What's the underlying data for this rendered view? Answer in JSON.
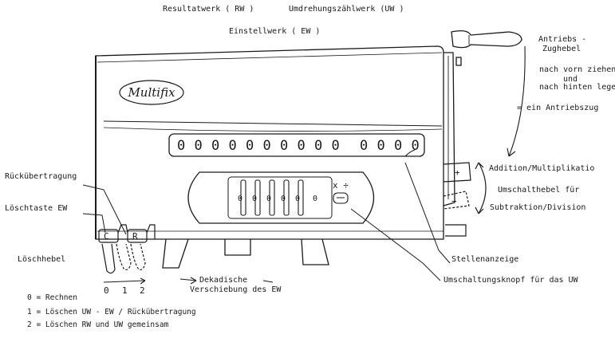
{
  "labels": {
    "resultatwerk": "Resultatwerk  ( RW )",
    "umdrehungszaehlwerk": "Umdrehungszählwerk  (UW )",
    "einstellwerk": "Einstellwerk  ( EW )",
    "antriebs_title_1": "Antriebs -",
    "antriebs_title_2": "Zughebel",
    "antriebs_desc_1": "nach vorn ziehen",
    "antriebs_desc_2": "und",
    "antriebs_desc_3": "nach hinten legen",
    "antriebs_desc_4": "= ein Antriebszug",
    "addition": "Addition/Multiplikatio",
    "umschalthebel": "Umschalthebel  für",
    "subtraktion": "Subtraktion/Division",
    "rueckuebertragung": "Rückübertragung",
    "loeschtaste": "Löschtaste EW",
    "loeschhebel": "Löschhebel",
    "stellenanzeige": "Stellenanzeige",
    "umschaltungsknopf": "Umschaltungsknopf für das UW",
    "dekadische_1": "Dekadische",
    "dekadische_2": "Verschiebung des EW"
  },
  "machine": {
    "brand": "Multifix",
    "result_digits": [
      "0",
      "0",
      "0",
      "0",
      "0",
      "0",
      "0",
      "0",
      "0",
      "0",
      "0",
      "0",
      "0",
      "0"
    ],
    "setting_digits": [
      "0",
      "0",
      "0",
      "0",
      "0",
      "0"
    ],
    "key_c": "C",
    "key_r": "R",
    "op_symbols": "x ÷",
    "lever_plus": "+",
    "lever_minus": "−",
    "positions": [
      "0",
      "1",
      "2"
    ]
  },
  "legend": {
    "line_0": "0 = Rechnen",
    "line_1": "1 = Löschen UW - EW / Rückübertragung",
    "line_2": "2 = Löschen RW und UW gemeinsam"
  }
}
